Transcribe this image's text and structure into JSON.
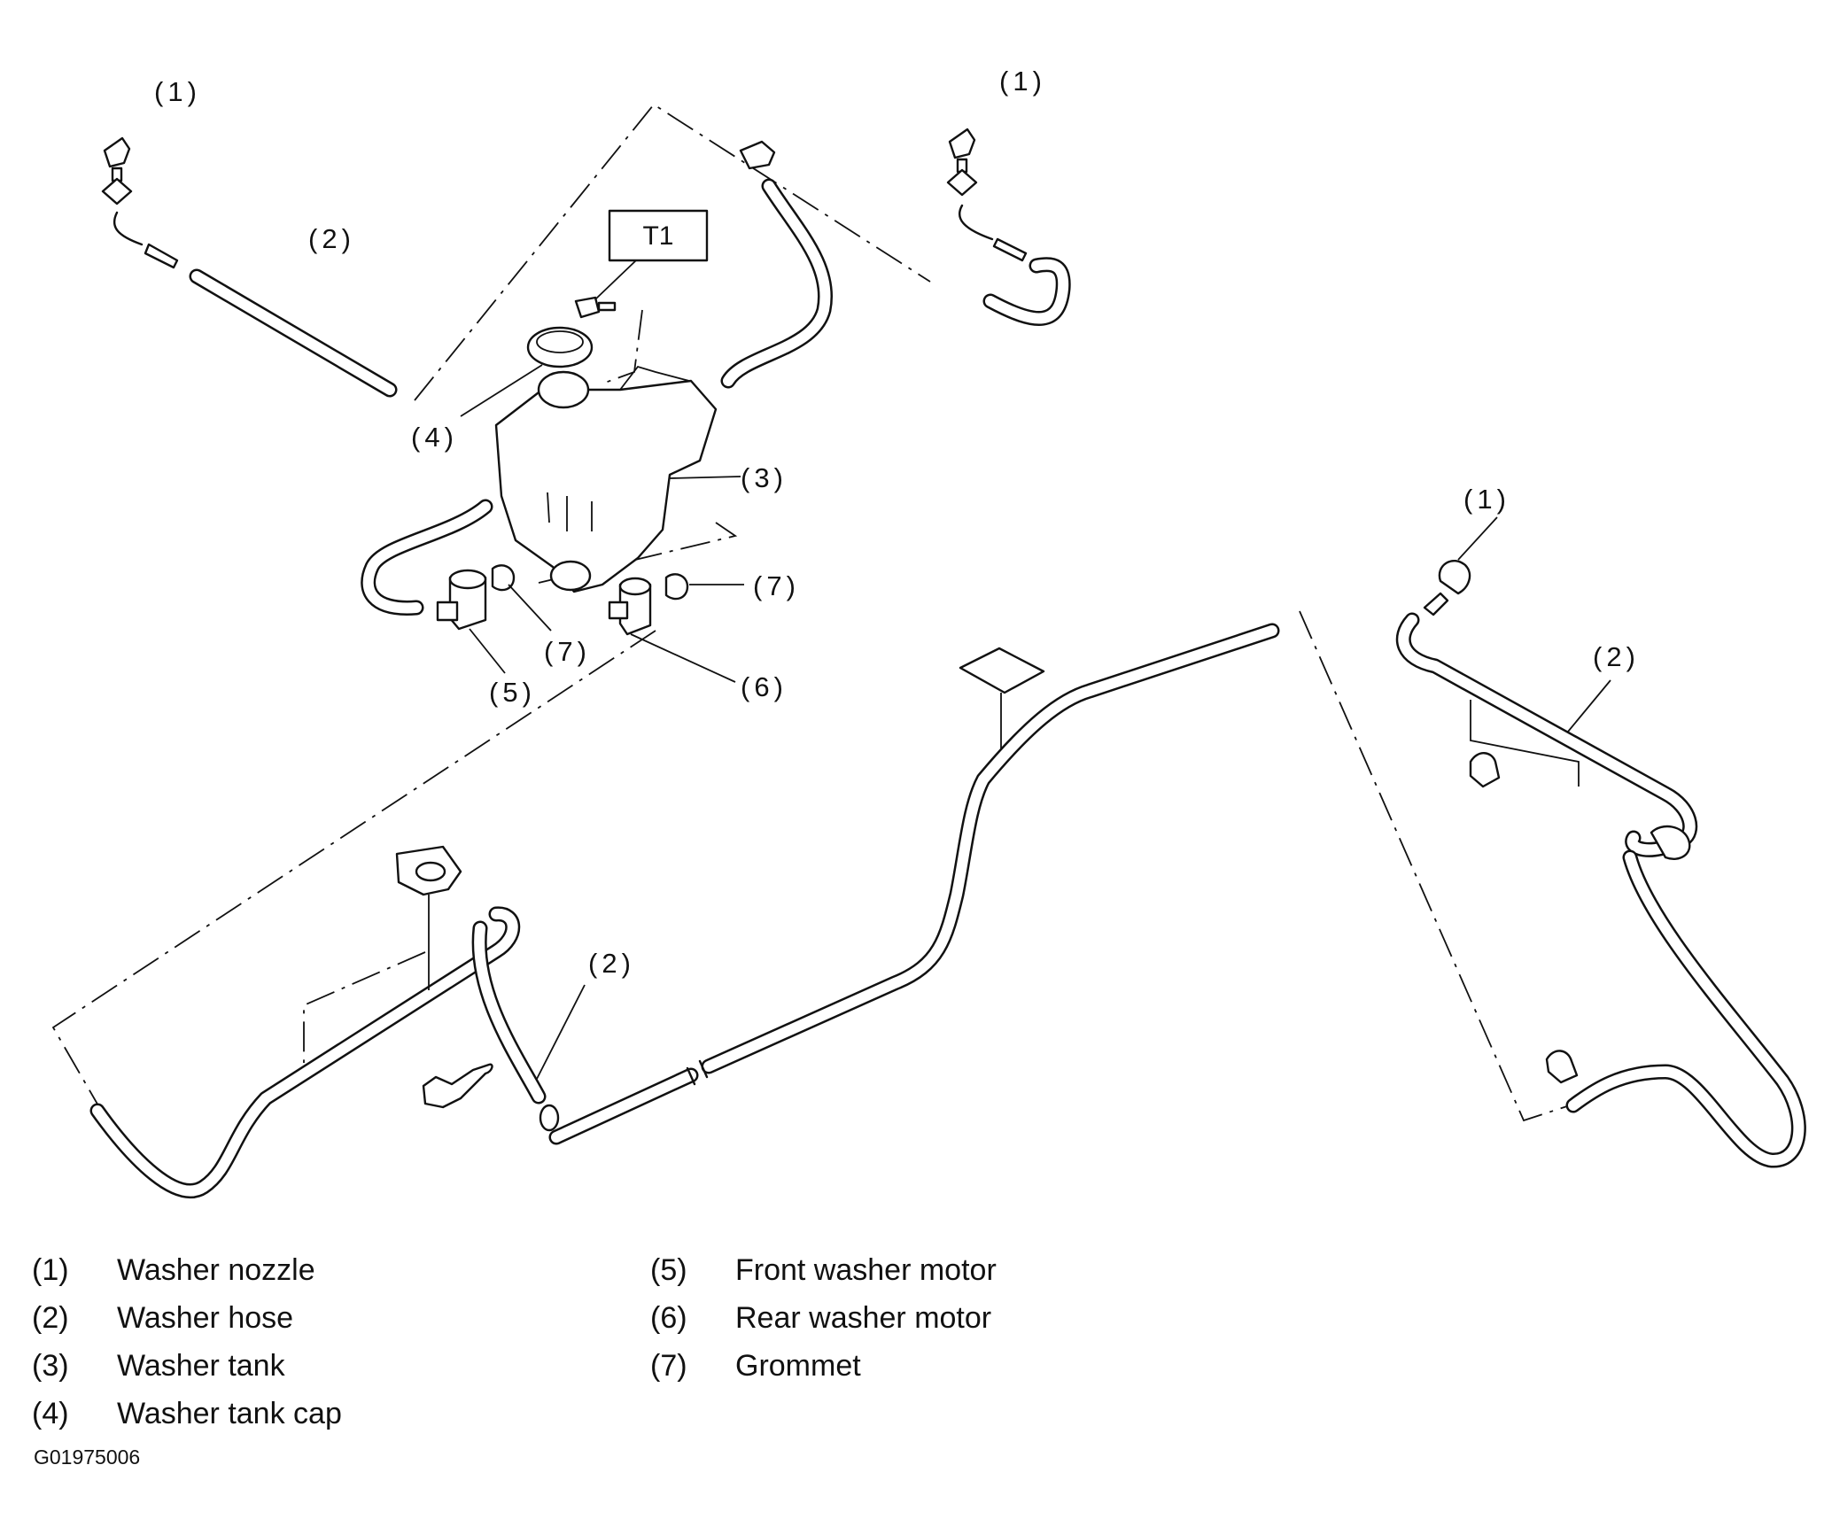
{
  "diagram": {
    "callouts": {
      "nozzle_front_left": "(1)",
      "nozzle_front_right": "(1)",
      "nozzle_rear": "(1)",
      "hose_front": "(2)",
      "hose_rear_right": "(2)",
      "hose_rear_middle": "(2)",
      "tank": "(3)",
      "tank_cap": "(4)",
      "front_motor": "(5)",
      "rear_motor": "(6)",
      "grommet_left": "(7)",
      "grommet_right": "(7)"
    },
    "torque_label": "T1"
  },
  "legend": {
    "items": [
      {
        "num": "(1)",
        "text": "Washer nozzle"
      },
      {
        "num": "(2)",
        "text": "Washer hose"
      },
      {
        "num": "(3)",
        "text": "Washer tank"
      },
      {
        "num": "(4)",
        "text": "Washer tank cap"
      },
      {
        "num": "(5)",
        "text": "Front washer motor"
      },
      {
        "num": "(6)",
        "text": "Rear washer motor"
      },
      {
        "num": "(7)",
        "text": "Grommet"
      }
    ]
  },
  "figure_code": "G01975006"
}
